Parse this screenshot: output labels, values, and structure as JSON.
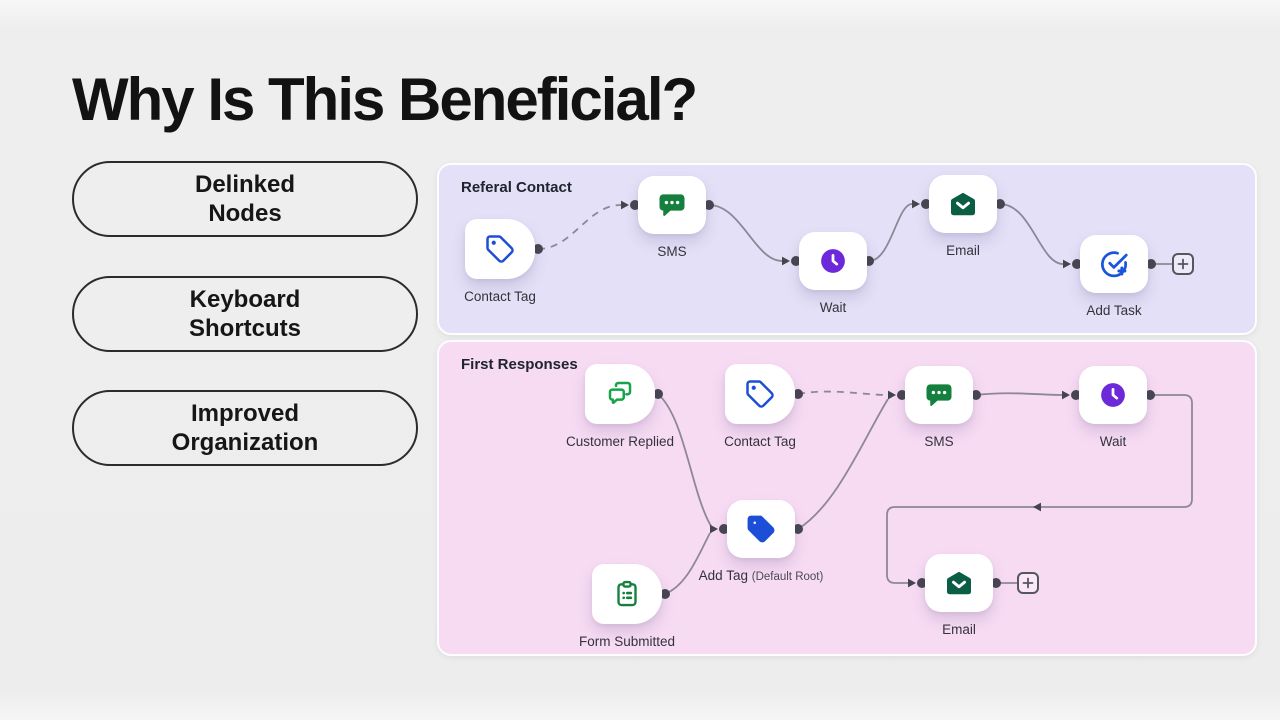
{
  "slide": {
    "title": "Why Is This Beneficial?"
  },
  "benefits": [
    {
      "label": "Delinked\nNodes"
    },
    {
      "label": "Keyboard\nShortcuts"
    },
    {
      "label": "Improved\nOrganization"
    }
  ],
  "workflows": [
    {
      "title": "Referal Contact",
      "nodes": [
        {
          "label": "Contact Tag",
          "icon": "tag-outline-icon",
          "type": "trigger"
        },
        {
          "label": "SMS",
          "icon": "sms-bubble-icon",
          "type": "action"
        },
        {
          "label": "Wait",
          "icon": "clock-icon",
          "type": "action"
        },
        {
          "label": "Email",
          "icon": "email-envelope-icon",
          "type": "action"
        },
        {
          "label": "Add Task",
          "icon": "task-check-plus-icon",
          "type": "action"
        }
      ],
      "add_button_icon": "plus-icon"
    },
    {
      "title": "First Responses",
      "nodes": [
        {
          "label": "Customer Replied",
          "icon": "chat-reply-icon",
          "type": "trigger"
        },
        {
          "label": "Contact Tag",
          "icon": "tag-outline-icon",
          "type": "trigger"
        },
        {
          "label": "SMS",
          "icon": "sms-bubble-icon",
          "type": "action"
        },
        {
          "label": "Wait",
          "icon": "clock-icon",
          "type": "action"
        },
        {
          "label": "Add Tag",
          "sublabel": "(Default Root)",
          "icon": "tag-filled-icon",
          "type": "action"
        },
        {
          "label": "Form Submitted",
          "icon": "clipboard-form-icon",
          "type": "trigger"
        },
        {
          "label": "Email",
          "icon": "email-envelope-icon",
          "type": "action"
        }
      ],
      "add_button_icon": "plus-icon"
    }
  ],
  "colors": {
    "background": "#eeeeee",
    "panel_referral": "#e4e0f7",
    "panel_first": "#f7dbf3",
    "tag_blue": "#1d4ed8",
    "sms_green": "#15803d",
    "wait_purple": "#6d28d9",
    "email_green": "#0b5d43",
    "task_blue": "#1a56db",
    "replied_green": "#16a34a",
    "form_green": "#15803d",
    "wire_gray": "#8d8896",
    "dot_gray": "#45454e"
  }
}
